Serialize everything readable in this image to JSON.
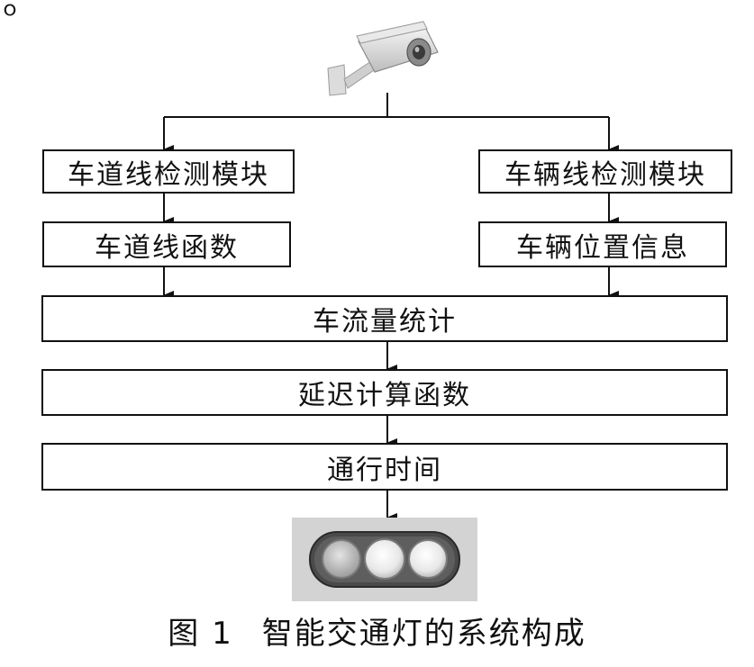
{
  "corner_fragment": "ｏ",
  "camera": {
    "icon": "security-camera"
  },
  "nodes": {
    "lane_detection": "车道线检测模块",
    "vehicle_detection": "车辆线检测模块",
    "lane_function": "车道线函数",
    "vehicle_position": "车辆位置信息",
    "traffic_stats": "车流量统计",
    "delay_function": "延迟计算函数",
    "pass_time": "通行时间"
  },
  "traffic_light": {
    "icon": "traffic-light",
    "lamps": 3
  },
  "caption": {
    "number": "图 1",
    "title": "智能交通灯的系统构成"
  }
}
